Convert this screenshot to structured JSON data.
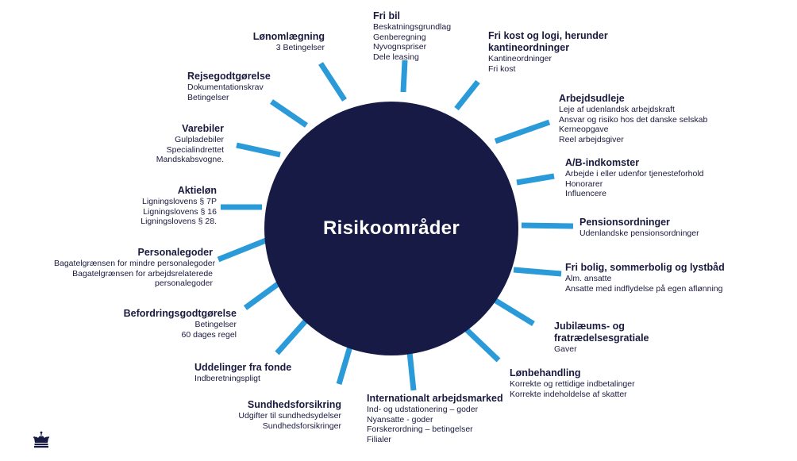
{
  "center_title": "Risikoområder",
  "topics": {
    "fribil": {
      "title": "Fri bil",
      "items": [
        "Beskatningsgrundlag",
        "Genberegning",
        "Nyvognspriser",
        "Dele leasing"
      ]
    },
    "kost": {
      "title": "Fri kost og logi, herunder kantineordninger",
      "items": [
        "Kantineordninger",
        "Fri kost"
      ]
    },
    "arbejdsudleje": {
      "title": "Arbejdsudleje",
      "items": [
        "Leje af udenlandsk arbejdskraft",
        "Ansvar og risiko hos det danske selskab",
        "Kerneopgave",
        "Reel arbejdsgiver"
      ]
    },
    "ab": {
      "title": "A/B-indkomster",
      "items": [
        "Arbejde i eller udenfor tjenesteforhold",
        "Honorarer",
        "Influencere"
      ]
    },
    "pension": {
      "title": "Pensionsordninger",
      "items": [
        "Udenlandske pensionsordninger"
      ]
    },
    "bolig": {
      "title": "Fri bolig, sommerbolig og lystbåd",
      "items": [
        "Alm. ansatte",
        "Ansatte med indflydelse på egen aflønning"
      ]
    },
    "jubilaeum": {
      "title": "Jubilæums- og fratrædelsesgratiale",
      "items": [
        "Gaver"
      ]
    },
    "loenbehandling": {
      "title": "Lønbehandling",
      "items": [
        "Korrekte og rettidige indbetalinger",
        "Korrekte indeholdelse af skatter"
      ]
    },
    "international": {
      "title": "Internationalt arbejdsmarked",
      "items": [
        "Ind- og udstationering – goder",
        "Nyansatte - goder",
        "Forskerordning – betingelser",
        "Filialer"
      ]
    },
    "sundhed": {
      "title": "Sundhedsforsikring",
      "items": [
        "Udgifter til sundhedsydelser",
        "Sundhedsforsikringer"
      ]
    },
    "uddelinger": {
      "title": "Uddelinger fra fonde",
      "items": [
        "Indberetningspligt"
      ]
    },
    "befordring": {
      "title": "Befordringsgodtgørelse",
      "items": [
        "Betingelser",
        "60 dages regel"
      ]
    },
    "personalegoder": {
      "title": "Personalegoder",
      "items": [
        "Bagatelgrænsen for mindre personalegoder",
        "Bagatelgrænsen for arbejdsrelaterede personalegoder"
      ]
    },
    "aktieloen": {
      "title": "Aktieløn",
      "items": [
        "Ligningslovens § 7P",
        "Ligningslovens § 16",
        "Ligningslovens § 28."
      ]
    },
    "varebiler": {
      "title": "Varebiler",
      "items": [
        "Gulpladebiler",
        "Specialindrettet",
        "Mandskabsvogne."
      ]
    },
    "rejse": {
      "title": "Rejsegodtgørelse",
      "items": [
        "Dokumentationskrav",
        "Betingelser"
      ]
    },
    "loenomlaegning": {
      "title": "Lønomlægning",
      "items": [
        "3 Betingelser"
      ]
    }
  },
  "colors": {
    "circle": "#171a45",
    "ray": "#2a9ad8",
    "text": "#1a1a3e"
  },
  "logo": {
    "icon": "crown-icon"
  }
}
